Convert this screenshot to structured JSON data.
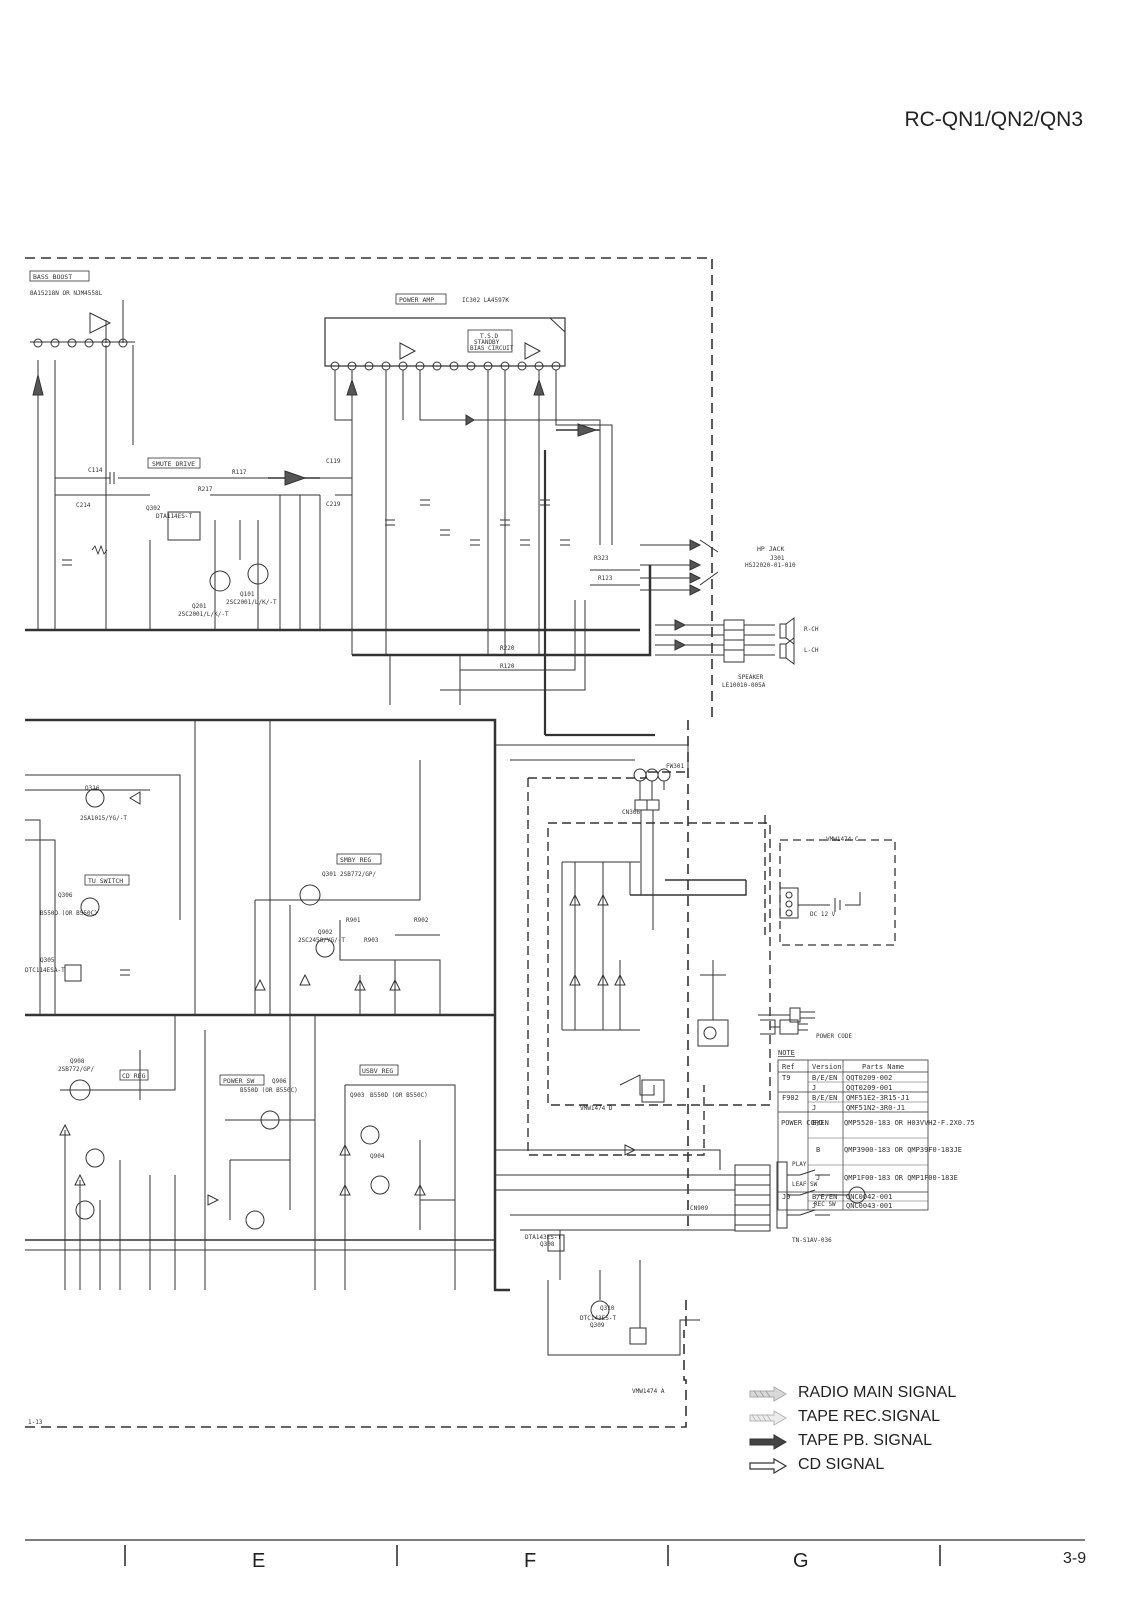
{
  "header": {
    "title": "RC-QN1/QN2/QN3"
  },
  "labels": {
    "bass_boost": "BASS BOOST",
    "bass_ic": "BA15218N OR NJM4558L",
    "power_amp": "POWER AMP",
    "power_amp_ic": "IC302 LA4597K",
    "tsd": "T.S.D",
    "standby": "STANDBY",
    "bias_circuit": "BIAS CIRCUIT",
    "smute_drive": "SMUTE DRIVE",
    "hp_jack": "HP JACK",
    "hp_jack_ref": "J301",
    "hp_jack_part": "HSJ2020-01-010",
    "speaker": "SPEAKER",
    "speaker_part": "LE10010-005A",
    "r_ch": "R-CH",
    "l_ch": "L-CH",
    "tv_switch": "TU SWITCH",
    "smby_reg": "SMBY REG",
    "cd_reg": "CD REG",
    "power_sw": "POWER SW",
    "usbv_reg": "USBV REG",
    "dc_12v": "DC 12 V",
    "power_code": "POWER CODE",
    "board_c": "VMW1474 C",
    "board_d": "VMW1474 D",
    "board_a": "VMW1474 A",
    "page_ref": "1-13",
    "tape_sw": "TN-S1AV-036",
    "rec_sw": "REC SW",
    "play": "PLAY",
    "leaf_sw": "LEAF SW",
    "q302": "Q302",
    "q302_part": "DTA114ES-T",
    "q201": "Q201",
    "q201_part": "2SC2001/L/K/-T",
    "q101": "Q101",
    "q101_part": "2SC2001/L/K/-T",
    "q301": "Q301",
    "q301_part": "2SB772/GP/",
    "q902": "Q902",
    "q902_part": "2SC2458/YG/-T",
    "q908": "Q908",
    "q908_part": "2SB772/GP/",
    "q906": "Q906",
    "q906_part": "B550D (OR B550C)",
    "q903": "Q903",
    "q903_part": "B550D (OR B550C)",
    "q904": "Q904",
    "q305": "Q305",
    "q305_part": "DTC114ESA-T",
    "q306": "Q306",
    "q306_part": "B550D (OR B550C)",
    "q316": "Q316",
    "q316_part": "2SA1015/YG/-T",
    "q309": "Q309",
    "q308": "Q308",
    "q308_part": "DTA143ES-T",
    "q310": "Q310",
    "q310_part": "DTC143ES-T",
    "fw301": "FW301",
    "cn306": "CN306",
    "cn909": "CN909",
    "r117": "R117",
    "r217": "R217",
    "c119": "C119",
    "c219": "C219",
    "c114": "C114",
    "c214": "C214",
    "r323": "R323",
    "r123": "R123",
    "r220": "R220",
    "r120": "R120",
    "r901": "R901",
    "r902": "R902",
    "r903": "R903"
  },
  "note_table": {
    "title": "NOTE",
    "headers": [
      "Ref",
      "Version",
      "Parts Name"
    ],
    "rows": [
      [
        "T9",
        "B/E/EN",
        "QQT0209-002"
      ],
      [
        "",
        "J",
        "QQT0209-001"
      ],
      [
        "F902",
        "B/E/EN",
        "QMF51E2-3R15-J1"
      ],
      [
        "",
        "J",
        "QMF51N2-3R0-J1"
      ],
      [
        "POWER CORD",
        "E/EN",
        "QMP5520-183 OR H03VVH2-F.2X0.75"
      ],
      [
        "",
        "B",
        "QMP3900-183 OR QMP39F0-183JE"
      ],
      [
        "",
        "J",
        "QMP1F00-183 OR QMP1F00-183E"
      ],
      [
        "J9",
        "B/E/EN",
        "QNC0042-001"
      ],
      [
        "",
        "J",
        "QNC0043-001"
      ]
    ]
  },
  "legend": [
    {
      "label": "RADIO MAIN SIGNAL",
      "style": "hatched-light"
    },
    {
      "label": "TAPE REC.SIGNAL",
      "style": "hatched-mid"
    },
    {
      "label": "TAPE PB. SIGNAL",
      "style": "solid-dark"
    },
    {
      "label": "CD SIGNAL",
      "style": "outline"
    }
  ],
  "footer": {
    "columns": [
      "E",
      "F",
      "G"
    ],
    "page": "3-9"
  }
}
